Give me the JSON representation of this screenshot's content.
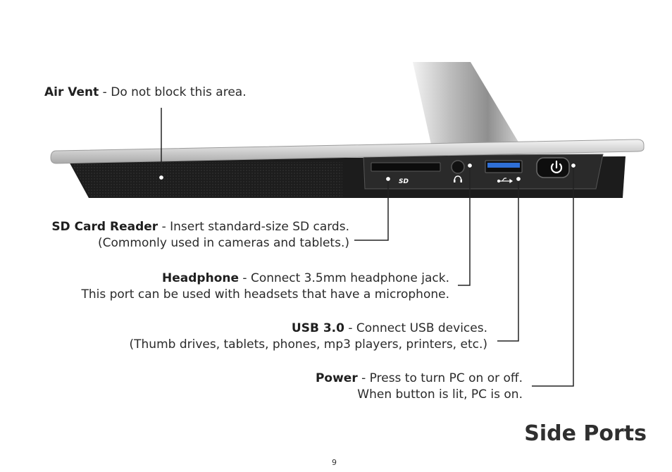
{
  "page": {
    "title": "Side Ports",
    "page_number": "9"
  },
  "callouts": {
    "air_vent": {
      "name": "Air Vent",
      "desc": " - Do not block this area."
    },
    "sd_card": {
      "name": "SD Card Reader",
      "desc": " -  Insert standard-size SD cards.",
      "line2": "(Commonly used in cameras and tablets.)"
    },
    "headphone": {
      "name": "Headphone",
      "desc": " - Connect 3.5mm headphone jack.",
      "line2": "This port can be used with headsets that have a microphone."
    },
    "usb": {
      "name": "USB 3.0",
      "desc": " - Connect USB devices.",
      "line2": "(Thumb drives, tablets, phones, mp3 players, printers, etc.)"
    },
    "power": {
      "name": "Power",
      "desc": " - Press to turn PC on or off.",
      "line2": "When button is lit, PC is on."
    }
  },
  "device": {
    "sd_logo_text": "SD",
    "colors": {
      "body": "#1c1c1c",
      "top_edge": "#d9d9d9",
      "usb_blue": "#2f6fd6",
      "leader": "#222222"
    }
  }
}
